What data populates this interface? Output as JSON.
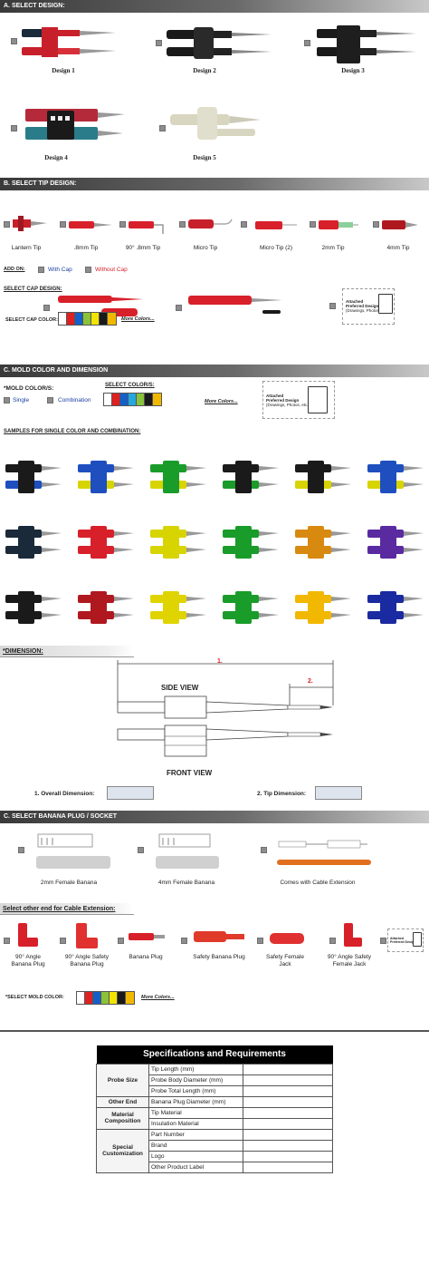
{
  "sections": {
    "a": "A. SELECT DESIGN:",
    "b": "B. SELECT TIP DESIGN:",
    "c": "C. MOLD COLOR AND DIMENSION",
    "d": "C. SELECT BANANA PLUG / SOCKET"
  },
  "designs": [
    "Design 1",
    "Design 2",
    "Design 3",
    "Design 4",
    "Design 5"
  ],
  "tips": [
    "Lantern Tip",
    ".8mm Tip",
    "90° .8mm Tip",
    "Micro Tip",
    "Micro Tip (2)",
    "2mm Tip",
    "4mm Tip"
  ],
  "addon": {
    "label": "ADD ON:",
    "with_cap": "With Cap",
    "without_cap": "Without Cap"
  },
  "cap": {
    "title": "SELECT CAP DESIGN:",
    "color_label": "SELECT CAP COLOR:",
    "more": "More Colors..."
  },
  "attach": {
    "line1": "Attached",
    "line2": "Preferred Design",
    "line3": "(Drawings, Photos, etc.)"
  },
  "mold": {
    "title": "*MOLD COLOR/S:",
    "single": "Single",
    "combination": "Combination",
    "select_colors": "SELECT COLOR/S:",
    "more": "More Colors...",
    "samples_title": "SAMPLES FOR SINGLE COLOR AND COMBINATION:"
  },
  "dimension": {
    "title": "*DIMENSION:",
    "marker1": "1.",
    "marker2": "2.",
    "side_view": "SIDE VIEW",
    "front_view": "FRONT VIEW",
    "overall": "1. Overall Dimension:",
    "tip": "2. Tip Dimension:"
  },
  "banana": [
    "2mm Female Banana",
    "4mm Female Banana",
    "Comes with Cable Extension"
  ],
  "other_end": {
    "title": "Select other end for Cable Extension:",
    "items": [
      "90° Angle Banana Plug",
      "90° Angle Safety Banana Plug",
      "Banana Plug",
      "Safety Banana Plug",
      "Safety Female Jack",
      "90° Angle Safety Female Jack"
    ],
    "mold_color_label": "*SELECT MOLD COLOR:",
    "more": "More Colors..."
  },
  "spec": {
    "title": "Specifications and Requirements",
    "groups": [
      {
        "category": "Probe Size",
        "rows": [
          "Tip Length (mm)",
          "Probe Body Diameter (mm)",
          "Probe Total Length (mm)"
        ]
      },
      {
        "category": "Other End",
        "rows": [
          "Banana Plug Diameter (mm)"
        ]
      },
      {
        "category": "Material Composition",
        "rows": [
          "Tip Material",
          "Insulation Material"
        ]
      },
      {
        "category": "Special Customization",
        "rows": [
          "Part Number",
          "Brand",
          "Logo",
          "Other Product Label"
        ]
      }
    ]
  },
  "colors": {
    "swatches": [
      "#ffffff",
      "#e02020",
      "#1560c8",
      "#25a8e0",
      "#8ac23c",
      "#1a1a1a",
      "#f2b800"
    ],
    "cap_swatches": [
      "#ffffff",
      "#e02020",
      "#1560c8",
      "#8ac23c",
      "#f2e400",
      "#1a1a1a",
      "#f2b800"
    ],
    "red": "#d8202a",
    "blue_text": "#1a3fa0"
  }
}
